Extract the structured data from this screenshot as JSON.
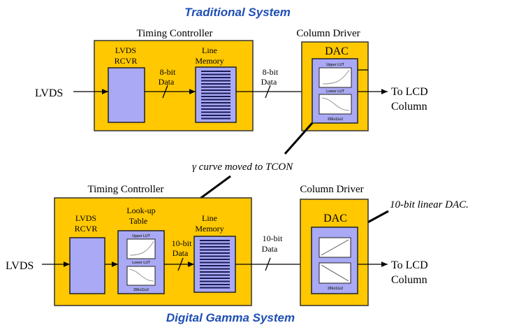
{
  "traditional": {
    "title": "Traditional System",
    "tcon_label": "Timing Controller",
    "lvds_input": "LVDS",
    "rcvr_line1": "LVDS",
    "rcvr_line2": "RCVR",
    "data1_line1": "8-bit",
    "data1_line2": "Data",
    "memory_line1": "Line",
    "memory_line2": "Memory",
    "data2_line1": "8-bit",
    "data2_line2": "Data",
    "driver_label": "Column Driver",
    "dac_label": "DAC",
    "upper_lut": "Upper LUT",
    "lower_lut": "Lower LUT",
    "lut_size": "256x11x2",
    "output_line1": "To LCD",
    "output_line2": "Column"
  },
  "annotation_gamma": "γ curve moved to TCON",
  "annotation_dac": "10-bit linear DAC.",
  "digital": {
    "title": "Digital Gamma System",
    "tcon_label": "Timing Controller",
    "lvds_input": "LVDS",
    "rcvr_line1": "LVDS",
    "rcvr_line2": "RCVR",
    "lut_line1": "Look-up",
    "lut_line2": "Table",
    "upper_lut": "Upper LUT",
    "lower_lut": "Lower LUT",
    "lut_size": "256x11x2",
    "data1_line1": "10-bit",
    "data1_line2": "Data",
    "memory_line1": "Line",
    "memory_line2": "Memory",
    "data2_line1": "10-bit",
    "data2_line2": "Data",
    "driver_label": "Column Driver",
    "dac_label": "DAC",
    "dac_size": "256x11x2",
    "output_line1": "To LCD",
    "output_line2": "Column"
  },
  "colors": {
    "block": "#ffc800",
    "inner": "#a9a9f5",
    "title": "#1f4fb5"
  }
}
